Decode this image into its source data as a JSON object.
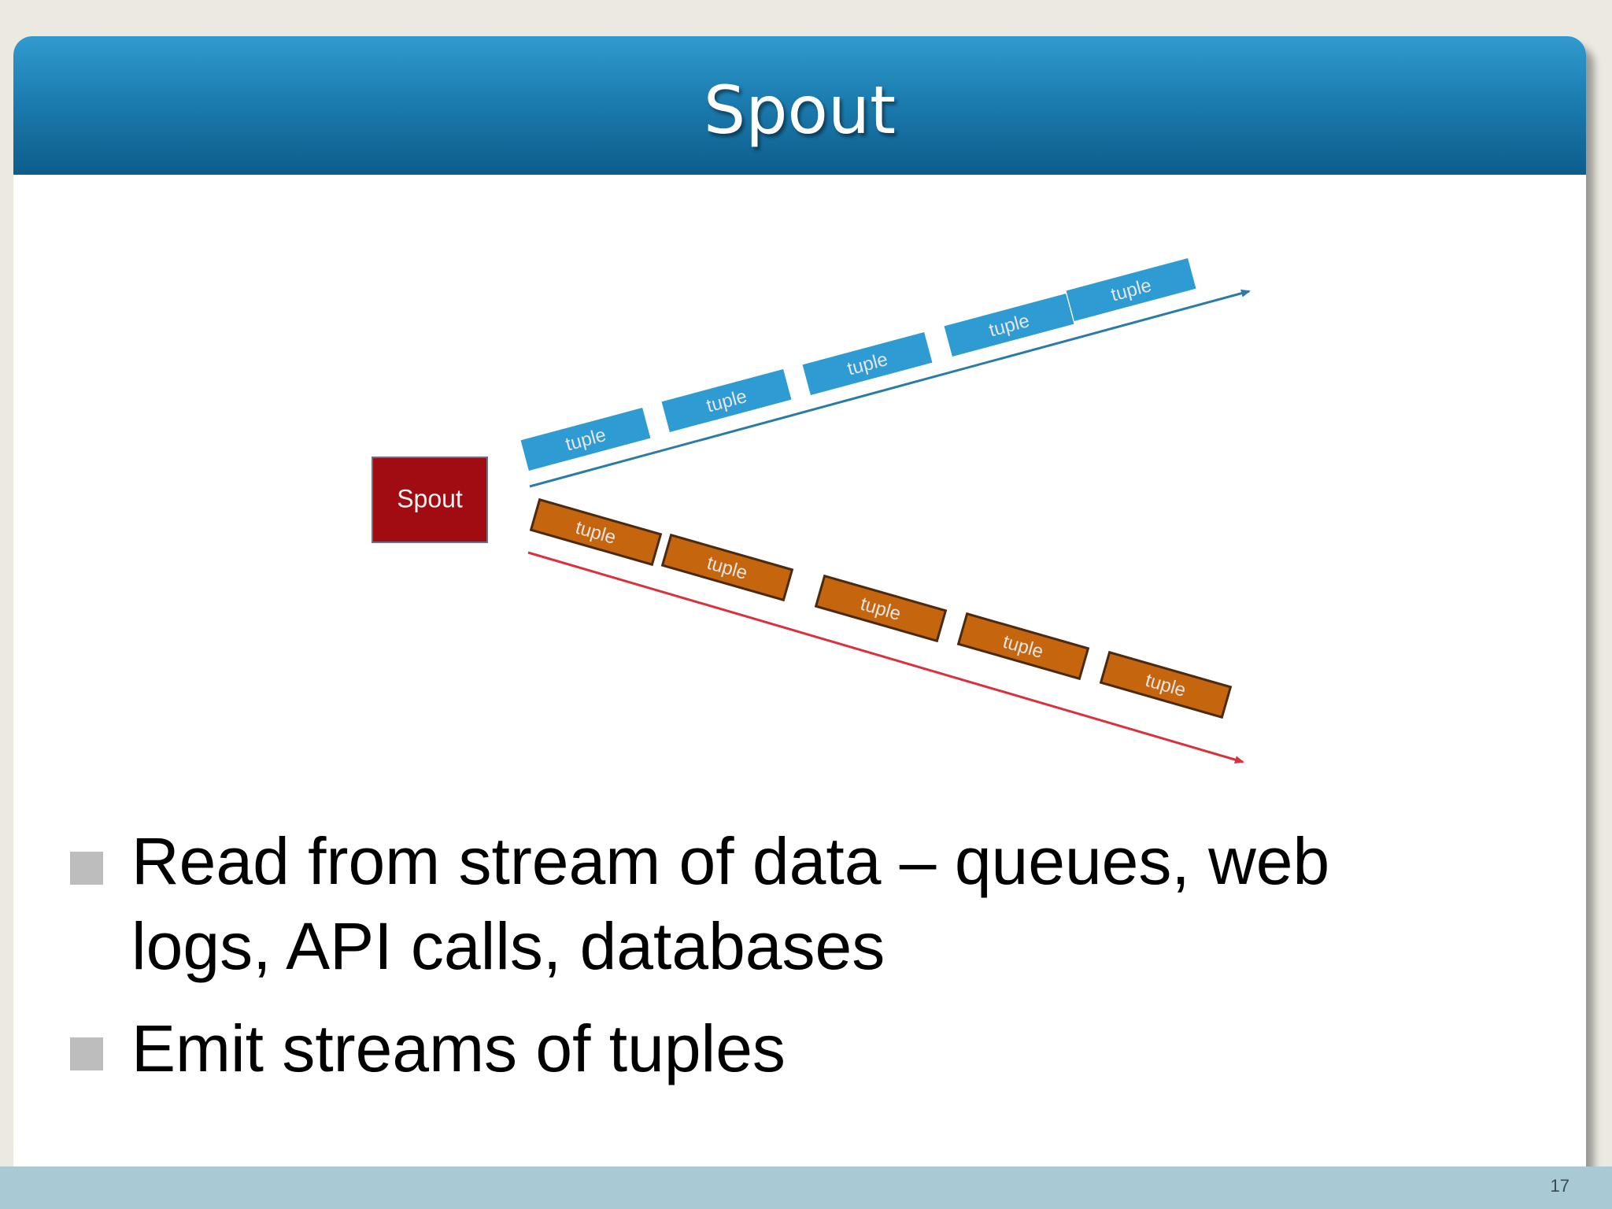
{
  "slide": {
    "title": "Spout",
    "page_number": "17"
  },
  "diagram": {
    "source_label": "Spout",
    "tuple_label": "tuple",
    "streams": [
      {
        "name": "blue-stream",
        "color": "#2e9bd3",
        "arrow_color": "#2a7ca8",
        "tuple_count": 5
      },
      {
        "name": "orange-stream",
        "color": "#c5650e",
        "arrow_color": "#d9323c",
        "tuple_count": 5
      }
    ],
    "colors": {
      "spout_fill": "#a10c12",
      "tuple_text": "#e6e6e6"
    }
  },
  "bullets": [
    {
      "text": "Read from stream of data – queues, web logs, API calls, databases"
    },
    {
      "text": "Emit streams of tuples"
    }
  ]
}
